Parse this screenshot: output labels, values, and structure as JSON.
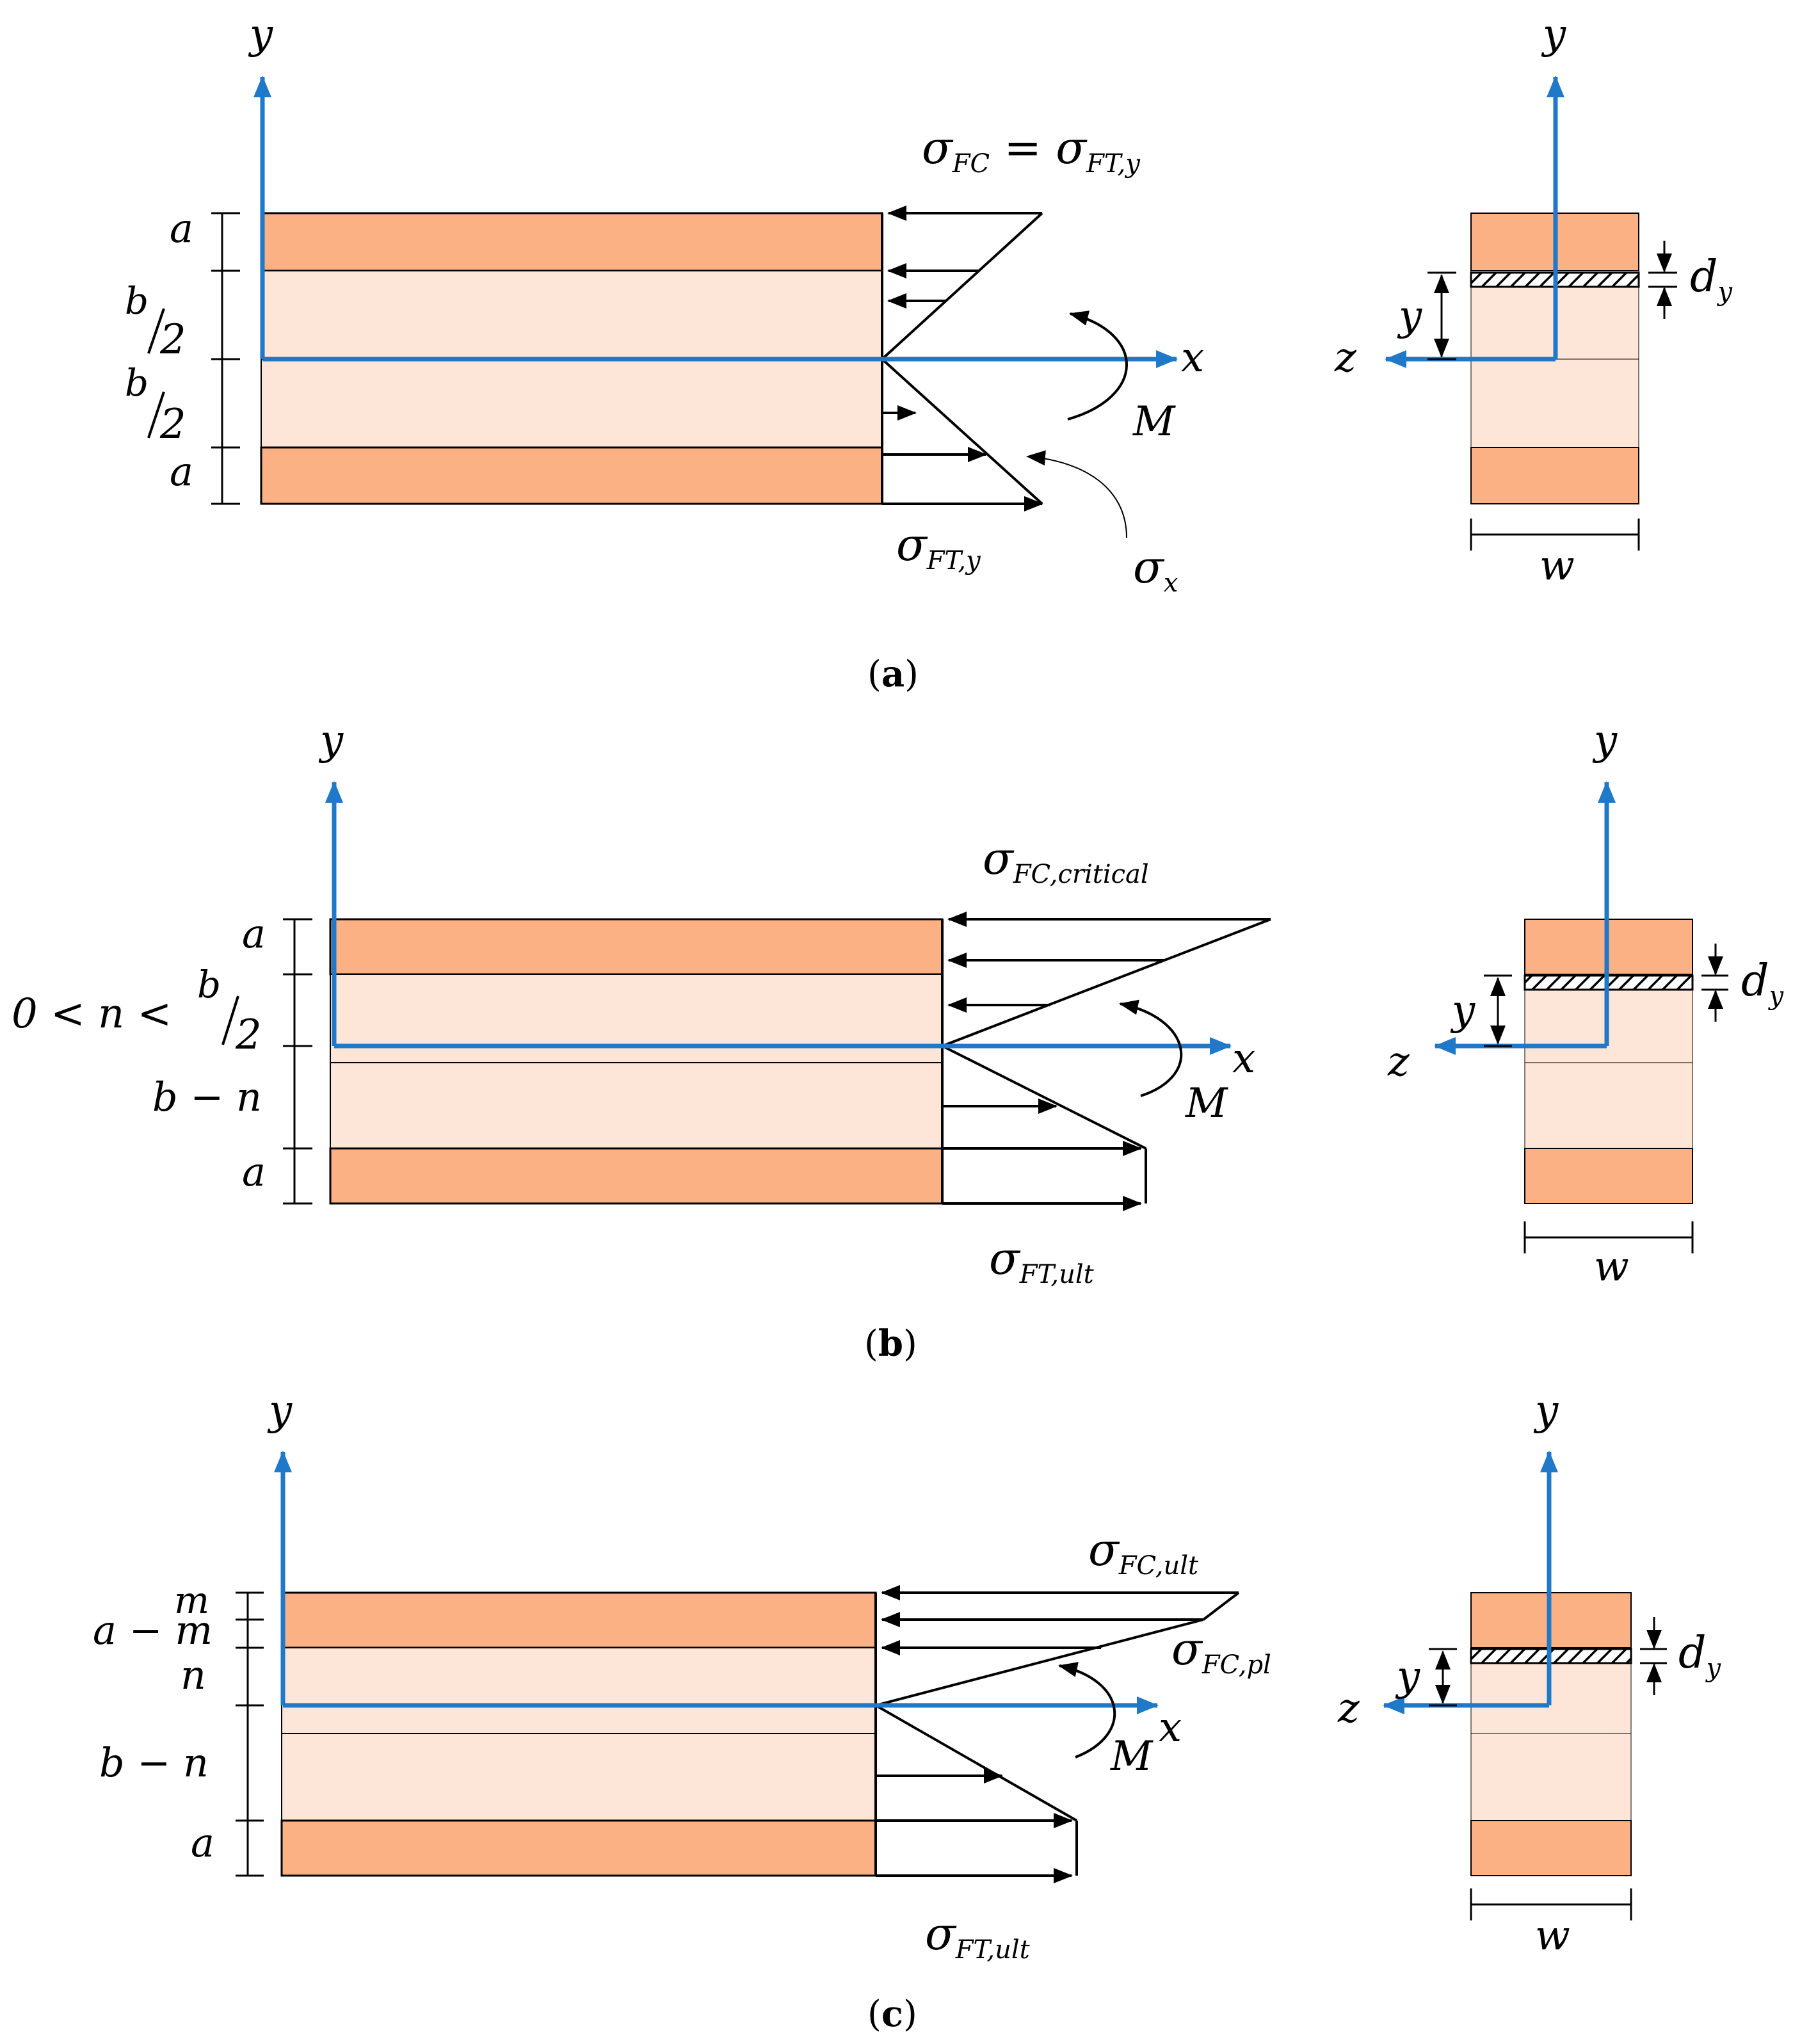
{
  "colors": {
    "face": "#fbb183",
    "core": "#fde6d8",
    "axis": "#1f78c8",
    "stroke": "#000000"
  },
  "panel_a": {
    "caption_open": "(",
    "caption_letter": "a",
    "caption_close": ")",
    "axis_y": "y",
    "axis_x": "x",
    "label_a_top": "a",
    "label_b_top": "b",
    "label_2_top": "2",
    "label_b_bot": "b",
    "label_2_bot": "2",
    "label_a_bot": "a",
    "sigma_top": "σ",
    "sigma_top_sub": "FC",
    "sigma_top_eq": " = σ",
    "sigma_top_sub2": "FT,y",
    "sigma_bot": "σ",
    "sigma_bot_sub": "FT,y",
    "sigma_x": "σ",
    "sigma_x_sub": "x",
    "moment": "M",
    "sec_y": "y",
    "sec_z": "z",
    "sec_dim_y": "y",
    "sec_d": "d",
    "sec_d_sub": "y",
    "sec_w": "w"
  },
  "panel_b": {
    "caption_open": "(",
    "caption_letter": "b",
    "caption_close": ")",
    "axis_y": "y",
    "axis_x": "x",
    "label_a_top": "a",
    "label_n_range": "0 < n < ",
    "label_b": "b",
    "label_2": "2",
    "label_b_minus_n": "b − n",
    "label_a_bot": "a",
    "sigma_top": "σ",
    "sigma_top_sub": "FC,critical",
    "sigma_bot": "σ",
    "sigma_bot_sub": "FT,ult",
    "moment": "M",
    "sec_y": "y",
    "sec_z": "z",
    "sec_dim_y": "y",
    "sec_d": "d",
    "sec_d_sub": "y",
    "sec_w": "w"
  },
  "panel_c": {
    "caption_open": "(",
    "caption_letter": "c",
    "caption_close": ")",
    "axis_y": "y",
    "axis_x": "x",
    "label_m": "m",
    "label_a_minus_m": "a − m",
    "label_n": "n",
    "label_b_minus_n": "b − n",
    "label_a_bot": "a",
    "sigma_top": "σ",
    "sigma_top_sub": "FC,ult",
    "sigma_mid": "σ",
    "sigma_mid_sub": "FC,pl",
    "sigma_bot": "σ",
    "sigma_bot_sub": "FT,ult",
    "moment": "M",
    "sec_y": "y",
    "sec_z": "z",
    "sec_dim_y": "y",
    "sec_d": "d",
    "sec_d_sub": "y",
    "sec_w": "w"
  }
}
